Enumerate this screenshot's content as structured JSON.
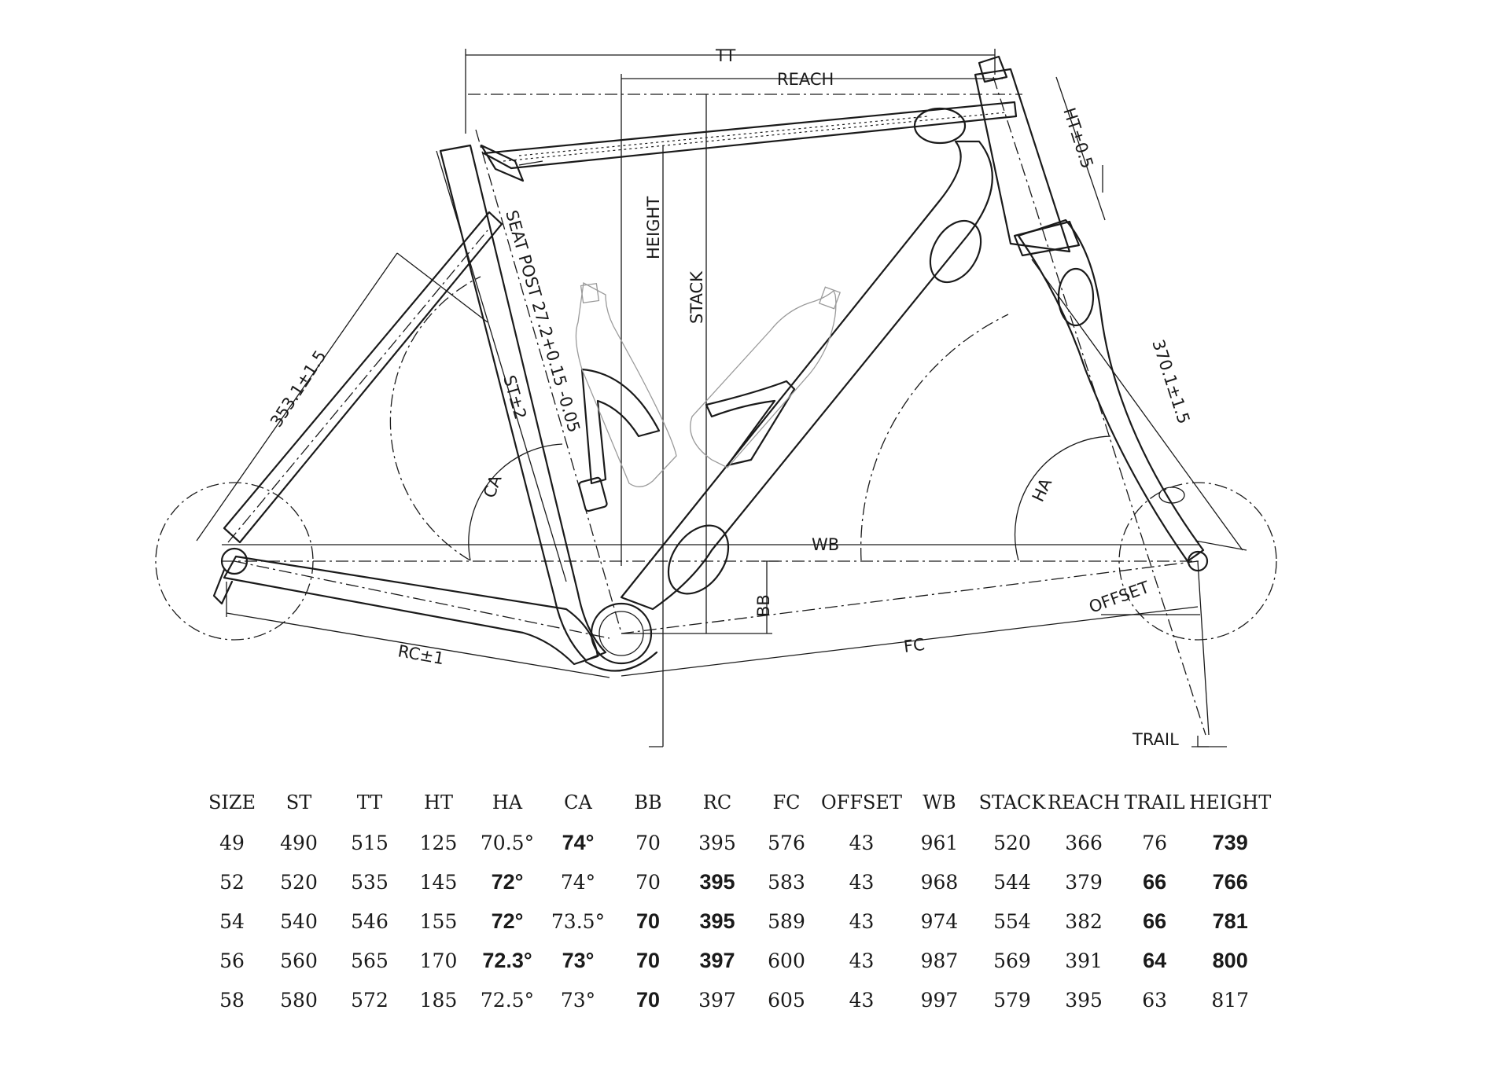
{
  "diagram": {
    "labels": {
      "tt": "TT",
      "reach": "REACH",
      "height": "HEIGHT",
      "stack": "STACK",
      "ht": "HT±0.5",
      "seat_post": "SEAT POST 27.2+0.15 -0.05",
      "seat_stay": "353.1±1.5",
      "st": "ST±2",
      "ca": "CA",
      "fork": "370.1±1.5",
      "ha": "HA",
      "wb": "WB",
      "bb": "BB",
      "offset": "OFFSET",
      "rc": "RC±1",
      "fc": "FC",
      "trail": "TRAIL"
    }
  },
  "table": {
    "headers": [
      "SIZE",
      "ST",
      "TT",
      "HT",
      "HA",
      "CA",
      "BB",
      "RC",
      "FC",
      "OFFSET",
      "WB",
      "STACK",
      "REACH",
      "TRAIL",
      "HEIGHT"
    ],
    "rows": [
      {
        "cells": [
          "49",
          "490",
          "515",
          "125",
          "70.5°",
          "74°",
          "70",
          "395",
          "576",
          "43",
          "961",
          "520",
          "366",
          "76",
          "739"
        ],
        "bold": [
          5,
          14
        ]
      },
      {
        "cells": [
          "52",
          "520",
          "535",
          "145",
          "72°",
          "74°",
          "70",
          "395",
          "583",
          "43",
          "968",
          "544",
          "379",
          "66",
          "766"
        ],
        "bold": [
          4,
          7,
          13,
          14
        ]
      },
      {
        "cells": [
          "54",
          "540",
          "546",
          "155",
          "72°",
          "73.5°",
          "70",
          "395",
          "589",
          "43",
          "974",
          "554",
          "382",
          "66",
          "781"
        ],
        "bold": [
          4,
          6,
          7,
          13,
          14
        ]
      },
      {
        "cells": [
          "56",
          "560",
          "565",
          "170",
          "72.3°",
          "73°",
          "70",
          "397",
          "600",
          "43",
          "987",
          "569",
          "391",
          "64",
          "800"
        ],
        "bold": [
          4,
          5,
          6,
          7,
          13,
          14
        ]
      },
      {
        "cells": [
          "58",
          "580",
          "572",
          "185",
          "72.5°",
          "73°",
          "70",
          "397",
          "605",
          "43",
          "997",
          "579",
          "395",
          "63",
          "817"
        ],
        "bold": [
          6
        ]
      }
    ]
  }
}
